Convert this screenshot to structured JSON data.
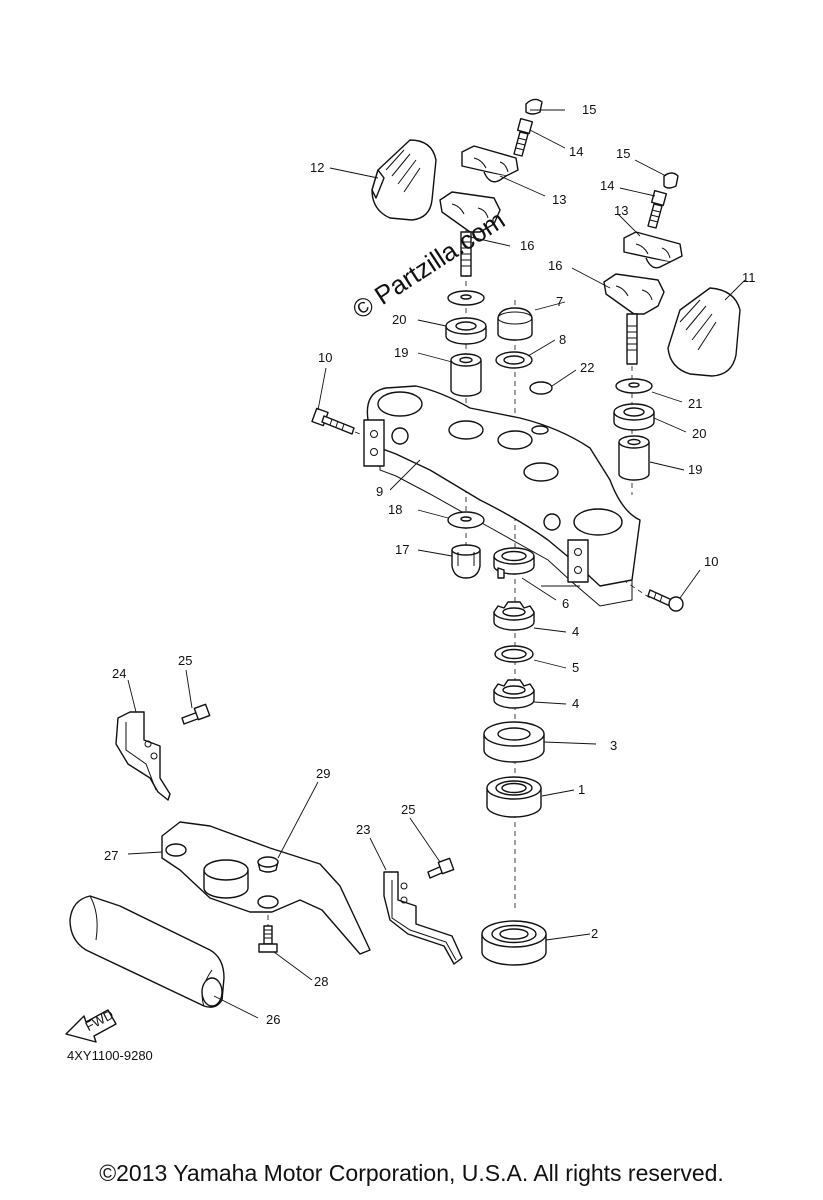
{
  "watermark": "© Partzilla.com",
  "drawing_code": "4XY1100-9280",
  "copyright": "©2013 Yamaha Motor Corporation, U.S.A. All rights reserved.",
  "fwd_label": "FWD",
  "callouts": [
    "1",
    "2",
    "3",
    "4",
    "4",
    "5",
    "6",
    "7",
    "8",
    "9",
    "10",
    "10",
    "11",
    "12",
    "13",
    "13",
    "14",
    "14",
    "15",
    "15",
    "16",
    "16",
    "17",
    "18",
    "19",
    "19",
    "20",
    "20",
    "21",
    "22",
    "23",
    "24",
    "25",
    "25",
    "26",
    "27",
    "28",
    "29"
  ]
}
